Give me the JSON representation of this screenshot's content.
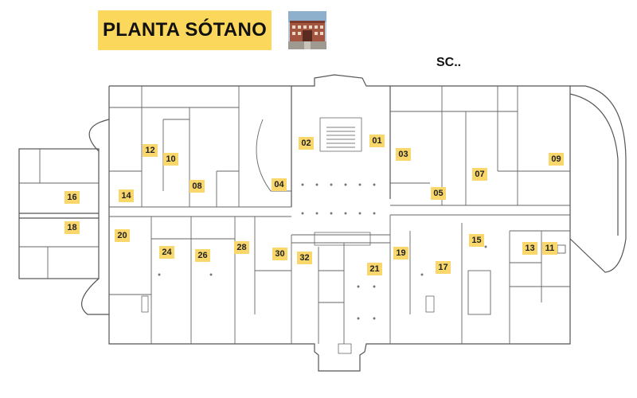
{
  "header": {
    "title": "PLANTA SÓTANO",
    "code": "SC.."
  },
  "colors": {
    "title_bg": "#fbd75b",
    "label_bg": "#f9d76b",
    "wall": "#555555"
  },
  "icons": {
    "building_photo": "building-photo-icon"
  },
  "rooms": [
    "01",
    "02",
    "03",
    "04",
    "05",
    "07",
    "08",
    "09",
    "10",
    "11",
    "12",
    "13",
    "14",
    "15",
    "16",
    "17",
    "18",
    "19",
    "20",
    "21",
    "24",
    "26",
    "28",
    "30",
    "32"
  ]
}
